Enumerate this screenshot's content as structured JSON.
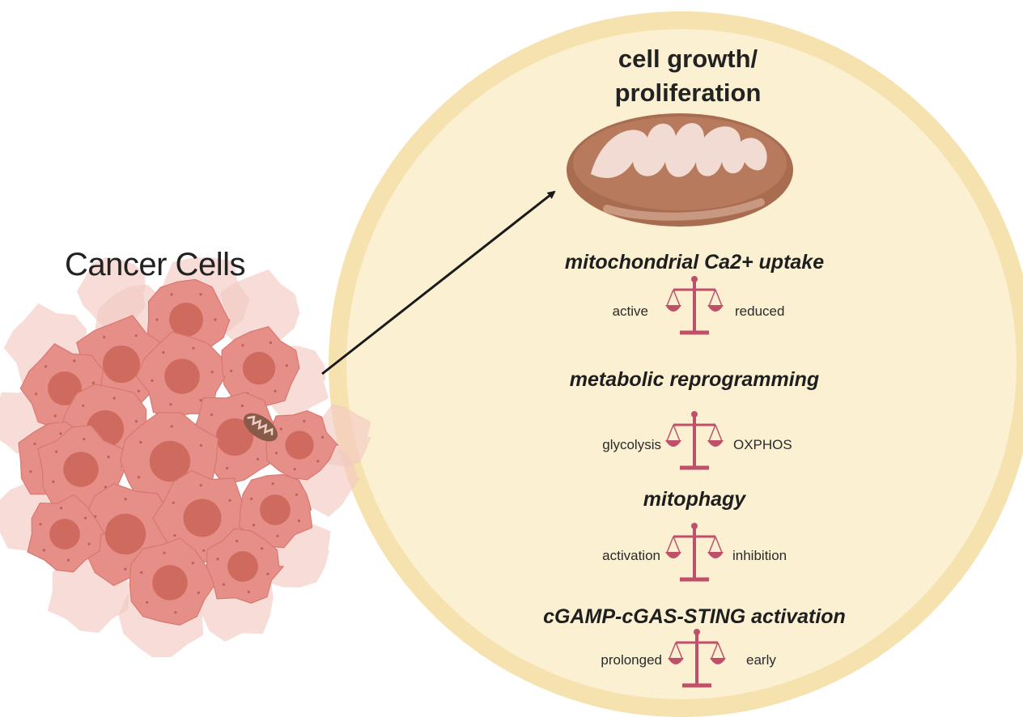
{
  "cancer_title": "Cancer Cells",
  "header": {
    "line1": "cell growth/",
    "line2": "proliferation"
  },
  "sections": [
    {
      "title": "mitochondrial Ca2+ uptake",
      "left": "active",
      "right": "reduced"
    },
    {
      "title": "metabolic reprogramming",
      "left": "glycolysis",
      "right": "OXPHOS"
    },
    {
      "title": "mitophagy",
      "left": "activation",
      "right": "inhibition"
    },
    {
      "title": "cGAMP-cGAS-STING activation",
      "left": "prolonged",
      "right": "early"
    }
  ],
  "colors": {
    "circle_fill": "#fbf0d2",
    "circle_border": "#f6e2ae",
    "cell_fill": "#e58f88",
    "cell_nucleus": "#cf6a5f",
    "scale": "#c0506a",
    "mito_outer": "#a86d50",
    "mito_inner": "#f1dbd2",
    "arrow": "#1a1a1a"
  }
}
